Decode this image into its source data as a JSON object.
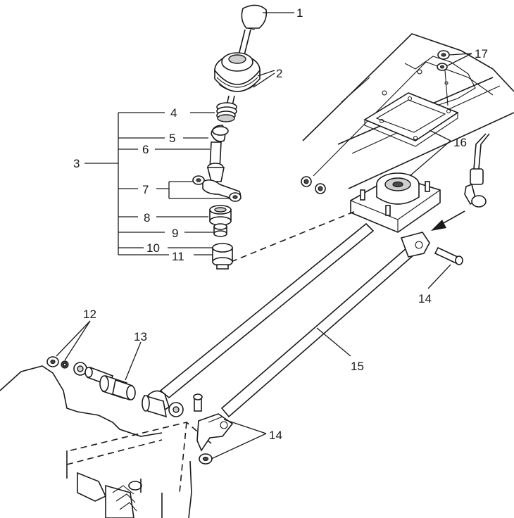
{
  "labels": {
    "l1": "1",
    "l2": "2",
    "l3": "3",
    "l4": "4",
    "l5": "5",
    "l6": "6",
    "l7": "7",
    "l8": "8",
    "l9": "9",
    "l10": "10",
    "l11": "11",
    "l12": "12",
    "l13": "13",
    "l14a": "14",
    "l14b": "14",
    "l15": "15",
    "l16": "16",
    "l17": "17"
  }
}
